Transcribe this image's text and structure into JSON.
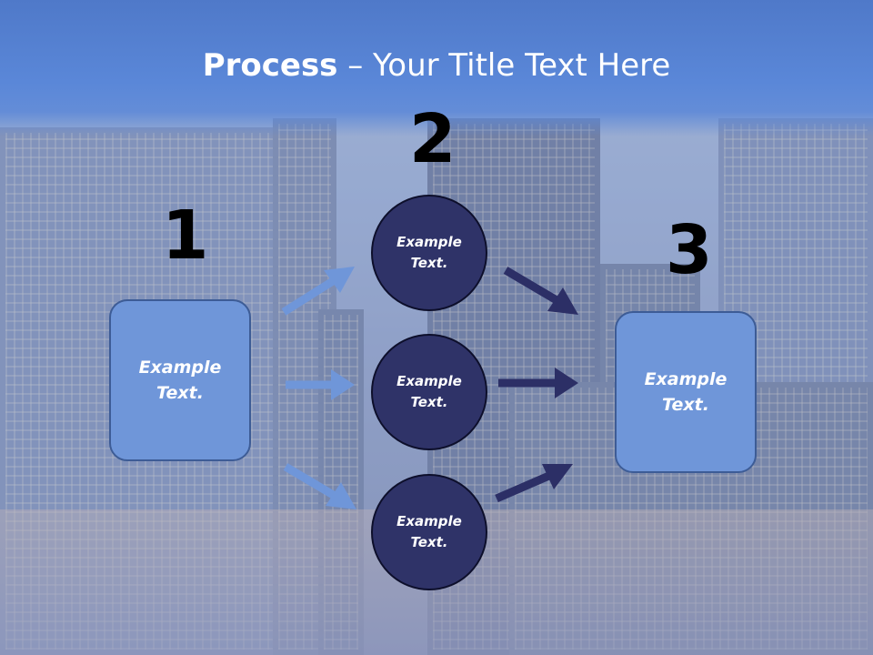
{
  "title": {
    "bold": "Process",
    "rest": " – Your Title Text Here"
  },
  "steps": {
    "one": "1",
    "two": "2",
    "three": "3"
  },
  "left_box": {
    "label": "Example\nText."
  },
  "circles": [
    {
      "label": "Example\nText."
    },
    {
      "label": "Example\nText."
    },
    {
      "label": "Example\nText."
    }
  ],
  "right_box": {
    "label": "Example\nText."
  },
  "colors": {
    "header": "#5a87d8",
    "box_fill": "#6f96d9",
    "circle_fill": "#2f3368",
    "arrow_light": "#6f96d9",
    "arrow_dark": "#2c2f66"
  }
}
